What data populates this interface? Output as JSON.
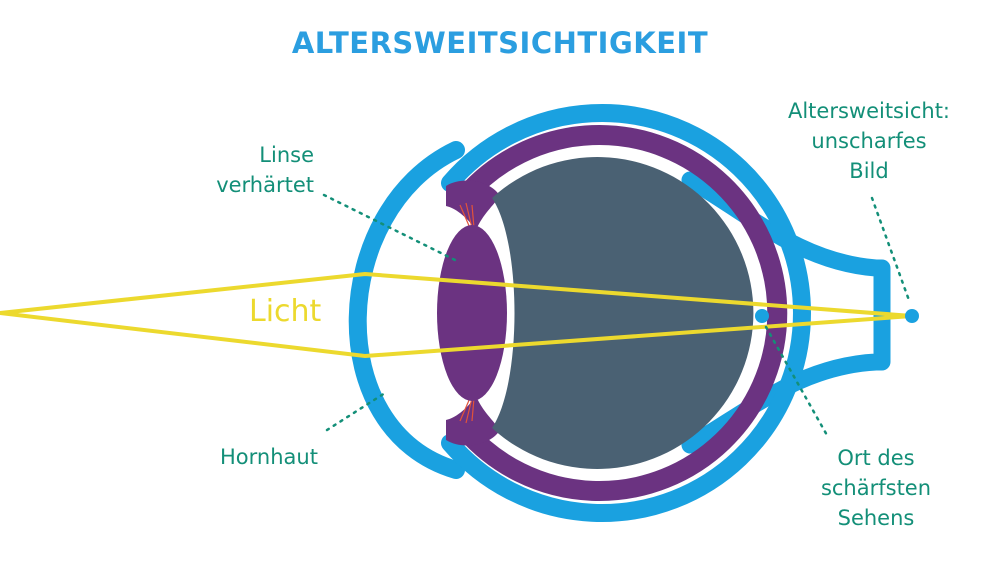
{
  "title": "ALTERSWEITSICHTIGKEIT",
  "labels": {
    "lens_line1": "Linse",
    "lens_line2": "verhärtet",
    "light": "Licht",
    "cornea": "Hornhaut",
    "blur_line1": "Altersweitsicht:",
    "blur_line2": "unscharfes",
    "blur_line3": "Bild",
    "fovea_line1": "Ort des",
    "fovea_line2": "schärfsten",
    "fovea_line3": "Sehens"
  },
  "colors": {
    "title": "#2b9ee0",
    "label": "#138f78",
    "sclera_blue": "#1aa1e0",
    "choroid_purple": "#6b3381",
    "vitreous": "#4a6173",
    "light_ray": "#ecd92e",
    "zonule_fibers": "#e2533a"
  }
}
